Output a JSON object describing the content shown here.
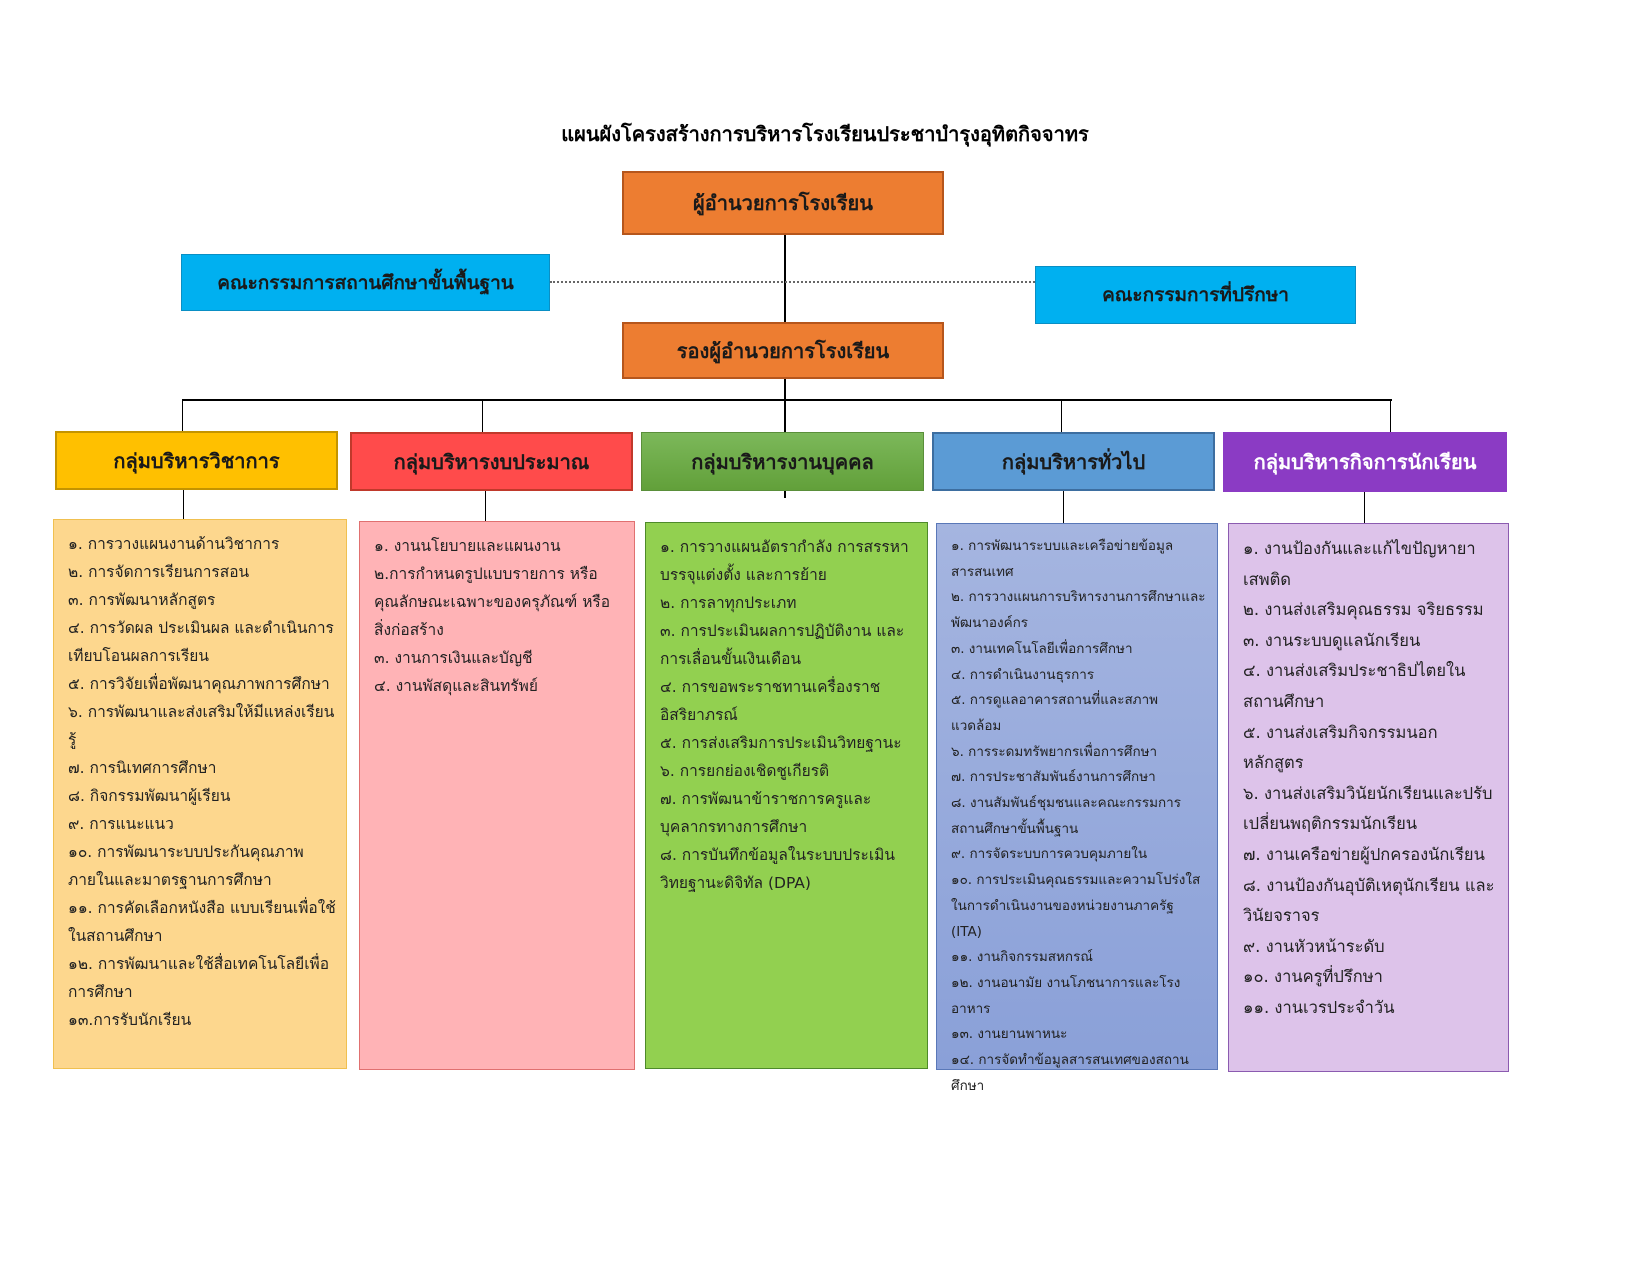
{
  "title": "แผนผังโครงสร้างการบริหารโรงเรียนประชาบำรุงอุทิตกิจจาทร",
  "director": "ผู้อำนวยการโรงเรียน",
  "deputy_director": "รองผู้อำนวยการโรงเรียน",
  "committees": {
    "basic_education": "คณะกรรมการสถานศึกษาขั้นพื้นฐาน",
    "advisory": "คณะกรรมการที่ปรึกษา"
  },
  "colors": {
    "director": "#ed7d31",
    "committee": "#00b0f0",
    "academic": "#ffc000",
    "budget": "#ff4b4b",
    "personnel": "#70ad47",
    "general": "#5b9bd5",
    "student_affairs": "#8b3bc4"
  },
  "groups": [
    {
      "name": "กลุ่มบริหารวิชาการ",
      "items": [
        "๑. การวางแผนงานด้านวิชาการ",
        "๒. การจัดการเรียนการสอน",
        "๓. การพัฒนาหลักสูตร",
        "๔. การวัดผล ประเมินผล และดำเนินการเทียบโอนผลการเรียน",
        "๕. การวิจัยเพื่อพัฒนาคุณภาพการศึกษา",
        "๖. การพัฒนาและส่งเสริมให้มีแหล่งเรียนรู้",
        "๗. การนิเทศการศึกษา",
        "๘. กิจกรรมพัฒนาผู้เรียน",
        "๙. การแนะแนว",
        "๑๐. การพัฒนาระบบประกันคุณภาพภายในและมาตรฐานการศึกษา",
        "๑๑. การคัดเลือกหนังสือ แบบเรียนเพื่อใช้ในสถานศึกษา",
        "๑๒. การพัฒนาและใช้สื่อเทคโนโลยีเพื่อการศึกษา",
        "๑๓.การรับนักเรียน"
      ]
    },
    {
      "name": "กลุ่มบริหารงบประมาณ",
      "items": [
        "๑. งานนโยบายและแผนงาน",
        "๒.การกำหนดรูปแบบรายการ หรือคุณลักษณะเฉพาะของครุภัณฑ์ หรือสิ่งก่อสร้าง",
        "๓. งานการเงินและบัญชี",
        "๔. งานพัสดุและสินทรัพย์"
      ]
    },
    {
      "name": "กลุ่มบริหารงานบุคคล",
      "items": [
        "๑. การวางแผนอัตรากำลัง การสรรหา บรรจุแต่งตั้ง และการย้าย",
        "๒. การลาทุกประเภท",
        "๓. การประเมินผลการปฏิบัติงาน และการเลื่อนขั้นเงินเดือน",
        "๔. การขอพระราชทานเครื่องราชอิสริยาภรณ์",
        "๕. การส่งเสริมการประเมินวิทยฐานะ",
        "๖. การยกย่องเชิดชูเกียรติ",
        "๗. การพัฒนาข้าราชการครูและบุคลากรทางการศึกษา",
        "๘. การบันทึกข้อมูลในระบบประเมินวิทยฐานะดิจิทัล (DPA)"
      ]
    },
    {
      "name": "กลุ่มบริหารทั่วไป",
      "items": [
        "๑. การพัฒนาระบบและเครือข่ายข้อมูลสารสนเทศ",
        "๒. การวางแผนการบริหารงานการศึกษาและพัฒนาองค์กร",
        "๓. งานเทคโนโลยีเพื่อการศึกษา",
        "๔. การดำเนินงานธุรการ",
        "๕. การดูแลอาคารสถานที่และสภาพแวดล้อม",
        "๖. การระดมทรัพยากรเพื่อการศึกษา",
        "๗. การประชาสัมพันธ์งานการศึกษา",
        "๘. งานสัมพันธ์ชุมชนและคณะกรรมการสถานศึกษาขั้นพื้นฐาน",
        "๙. การจัดระบบการควบคุมภายใน",
        "๑๐. การประเมินคุณธรรมและความโปร่งใสในการดำเนินงานของหน่วยงานภาครัฐ (ITA)",
        "๑๑. งานกิจกรรมสหกรณ์",
        "๑๒. งานอนามัย งานโภชนาการและโรงอาหาร",
        "๑๓. งานยานพาหนะ",
        "๑๔. การจัดทำข้อมูลสารสนเทศของสถานศึกษา"
      ]
    },
    {
      "name": "กลุ่มบริหารกิจการนักเรียน",
      "items": [
        "๑. งานป้องกันและแก้ไขปัญหายาเสพติด",
        "๒. งานส่งเสริมคุณธรรม จริยธรรม",
        "๓. งานระบบดูแลนักเรียน",
        "๔. งานส่งเสริมประชาธิปไตยในสถานศึกษา",
        "๕. งานส่งเสริมกิจกรรมนอกหลักสูตร",
        "๖. งานส่งเสริมวินัยนักเรียนและปรับเปลี่ยนพฤติกรรมนักเรียน",
        "๗. งานเครือข่ายผู้ปกครองนักเรียน",
        "๘. งานป้องกันอุบัติเหตุนักเรียน และวินัยจราจร",
        "๙. งานหัวหน้าระดับ",
        "๑๐. งานครูที่ปรึกษา",
        "๑๑. งานเวรประจำวัน"
      ]
    }
  ]
}
